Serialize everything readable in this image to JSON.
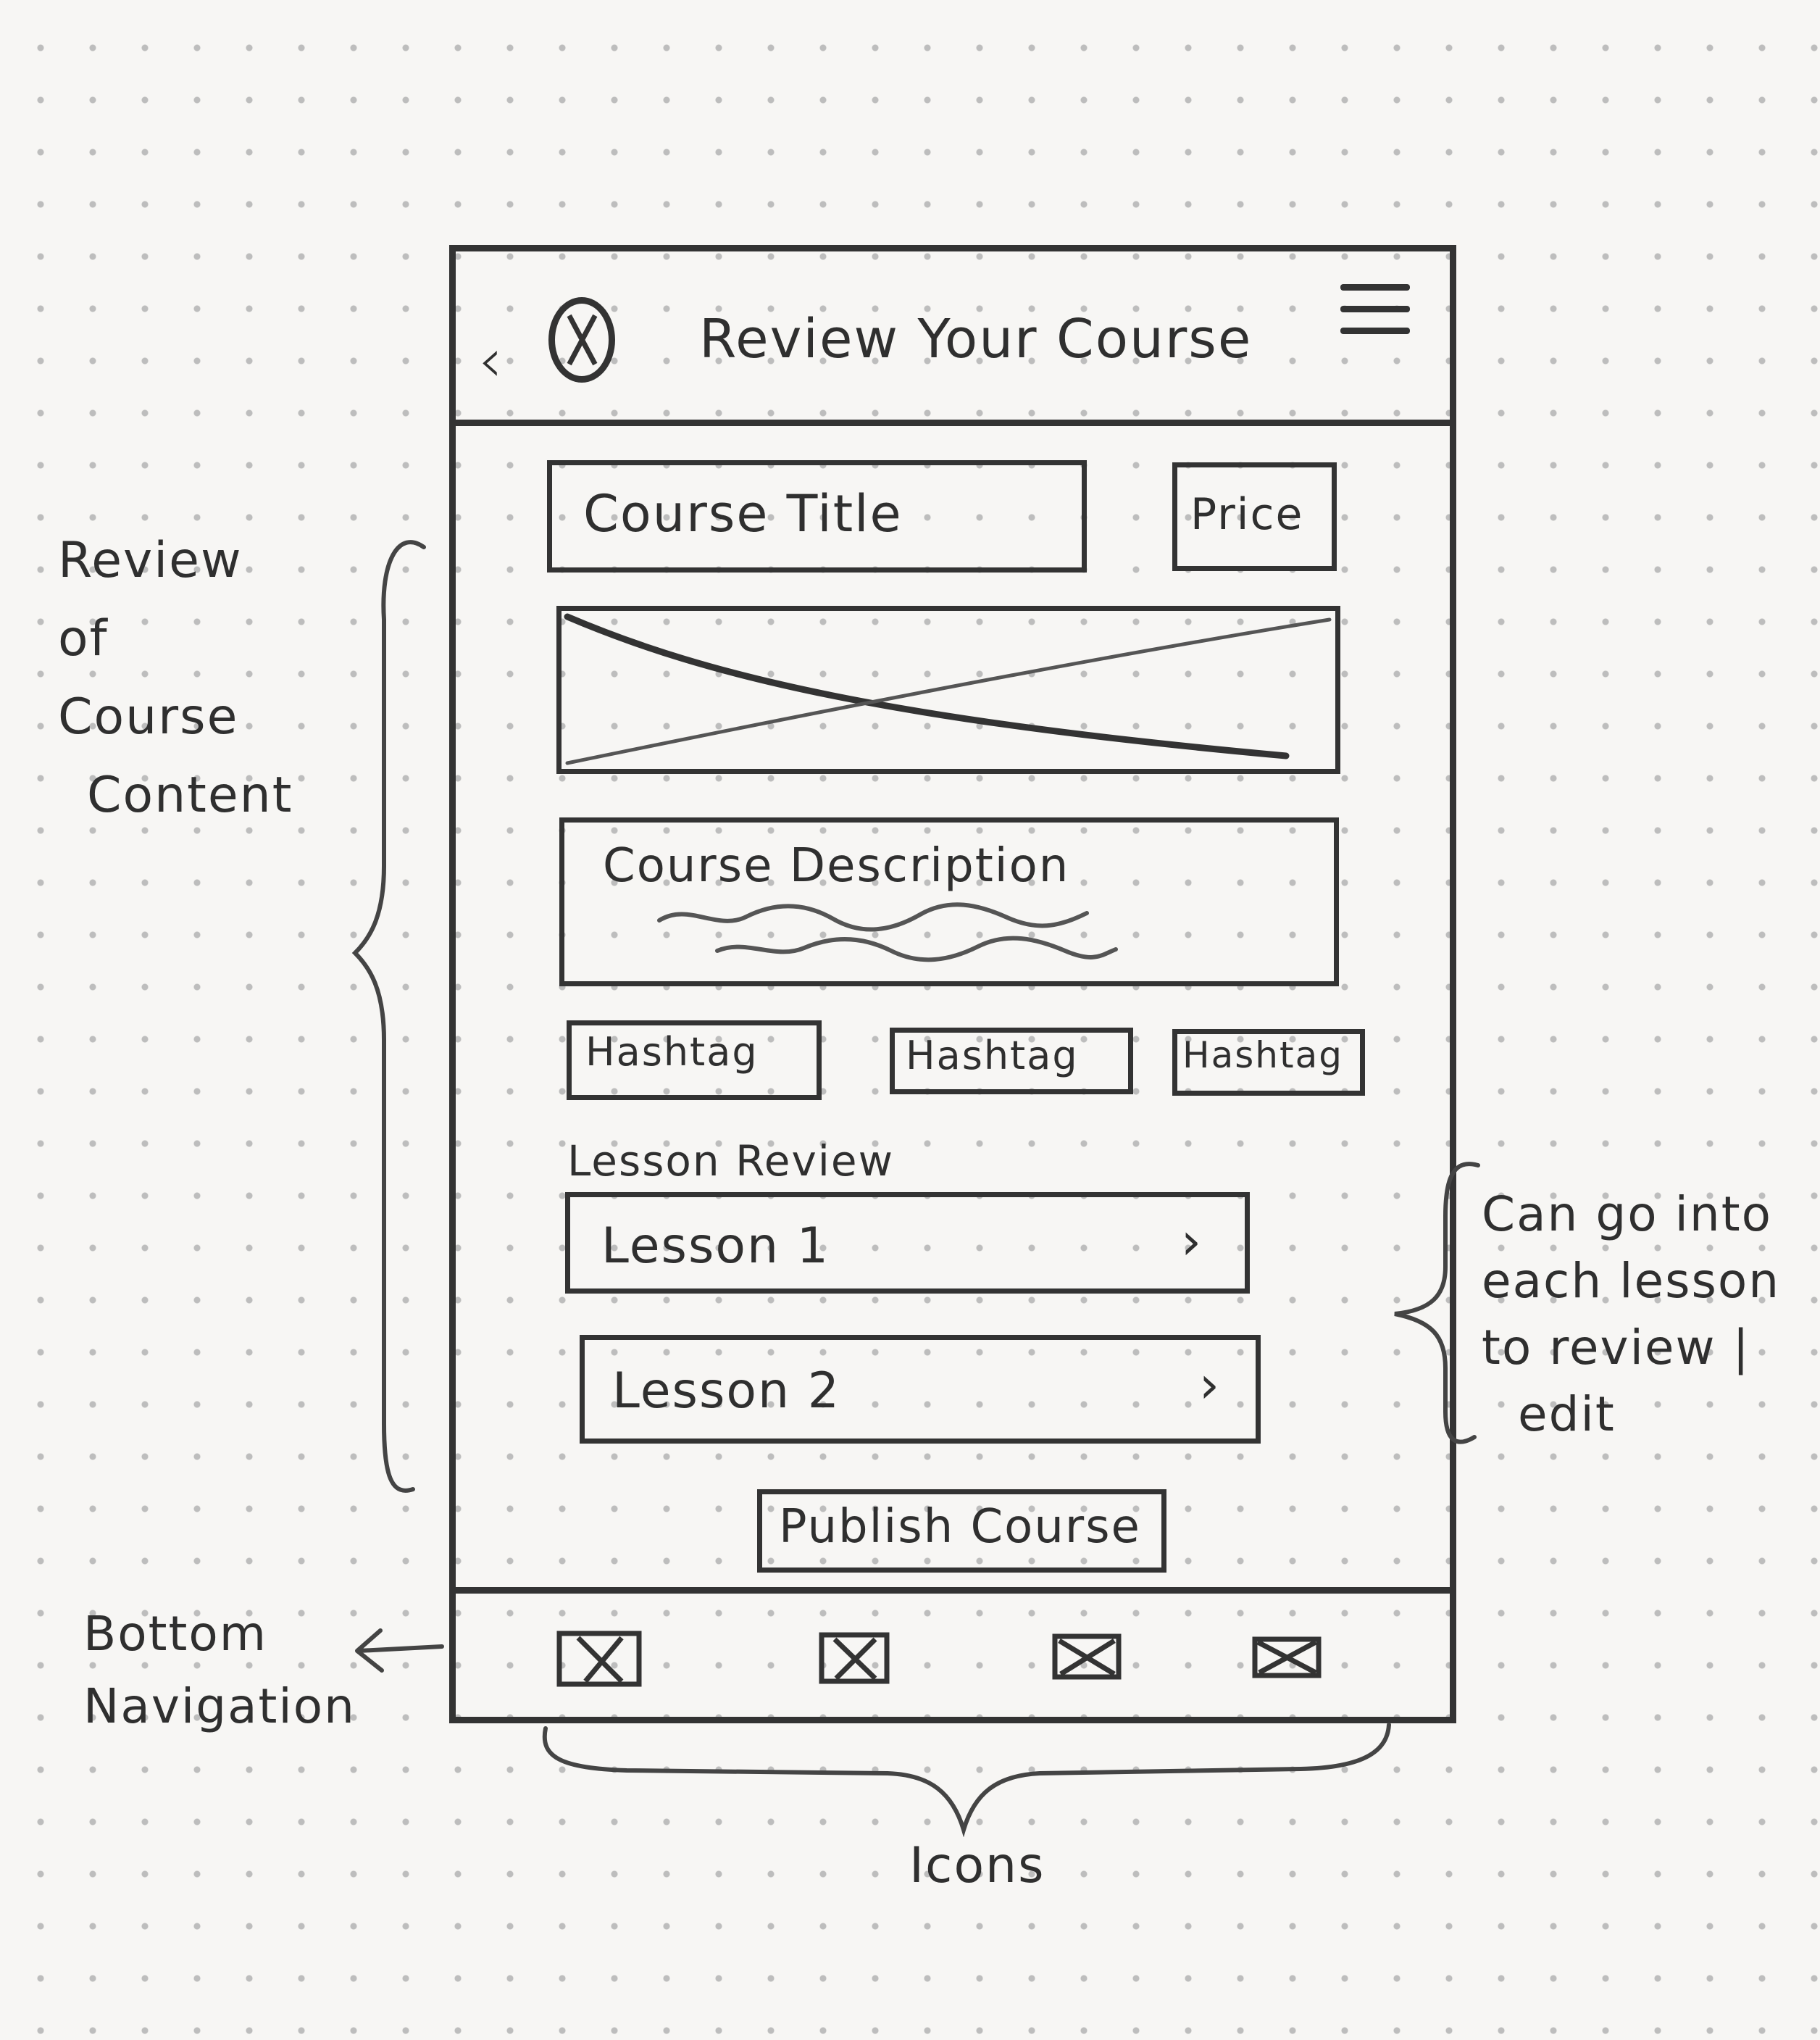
{
  "header": {
    "back_icon": "back-chevron-icon",
    "logo_icon": "circle-x-logo-icon",
    "title": "Review Your Course",
    "menu_icon": "hamburger-menu-icon"
  },
  "course": {
    "title_label": "Course Title",
    "price_label": "Price",
    "image_icon": "image-placeholder-icon",
    "description_label": "Course Description",
    "hashtags": [
      "Hashtag",
      "Hashtag",
      "Hashtag"
    ]
  },
  "lessons": {
    "heading": "Lesson Review",
    "items": [
      {
        "label": "Lesson 1",
        "chevron": "›"
      },
      {
        "label": "Lesson 2",
        "chevron": "›"
      }
    ]
  },
  "publish_button": "Publish Course",
  "bottom_nav": {
    "icons": [
      "nav-icon-placeholder",
      "nav-icon-placeholder",
      "nav-icon-placeholder",
      "nav-icon-placeholder"
    ]
  },
  "annotations": {
    "left_label_lines": [
      "Review",
      "of",
      "Course",
      "Content"
    ],
    "right_label_lines": [
      "Can go into",
      "each lesson",
      "to review |",
      "edit"
    ],
    "bottom_nav_label_lines": [
      "Bottom",
      "Navigation"
    ],
    "icons_label": "Icons"
  },
  "colors": {
    "ink": "#333333",
    "paper": "#f7f6f4",
    "dot_grid": "#bdbdbd"
  }
}
